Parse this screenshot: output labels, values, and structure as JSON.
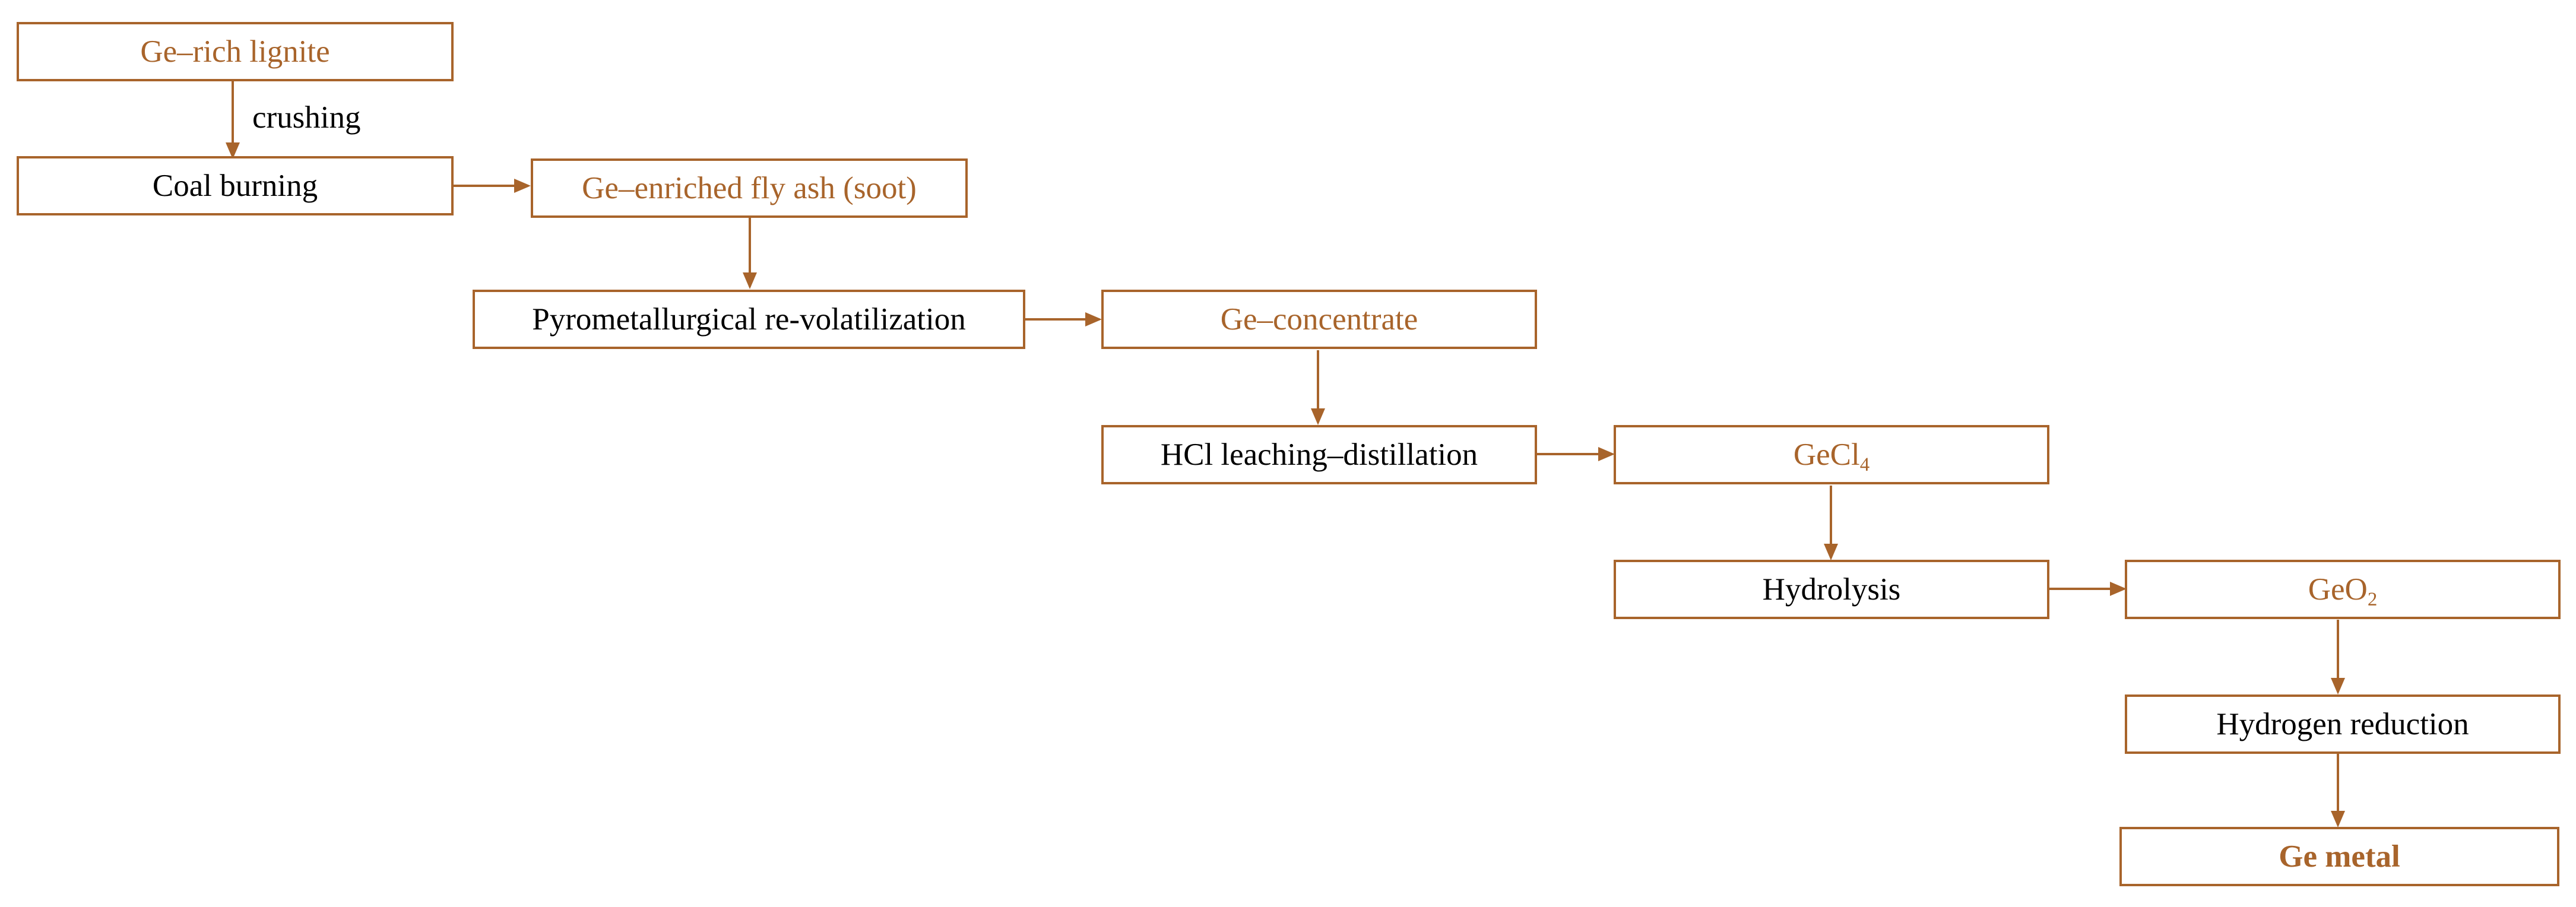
{
  "colors": {
    "accent": "#A8642B",
    "process_text": "#000000"
  },
  "nodes": {
    "ge_rich_lignite": "Ge–rich lignite",
    "coal_burning": "Coal burning",
    "fly_ash": "Ge–enriched fly ash (soot)",
    "re_volatilization": "Pyrometallurgical re-volatilization",
    "ge_concentrate": "Ge–concentrate",
    "hcl_leaching": "HCl leaching–distillation",
    "gecl4": {
      "base": "GeCl",
      "sub": "4"
    },
    "hydrolysis": "Hydrolysis",
    "geo2": {
      "base": "GeO",
      "sub": "2"
    },
    "hydrogen_reduction": "Hydrogen reduction",
    "ge_metal": "Ge metal"
  },
  "edge_labels": {
    "crushing": "crushing"
  }
}
